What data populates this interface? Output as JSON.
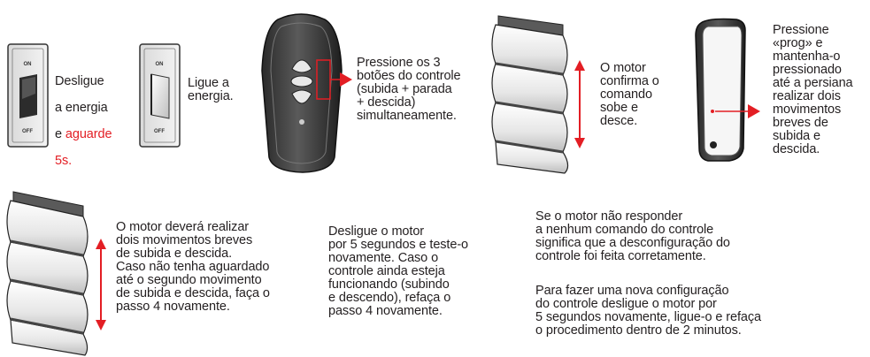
{
  "colors": {
    "accent_red": "#e31e24",
    "text": "#231f20",
    "device": "#3a3a3a"
  },
  "steps": {
    "s1": {
      "line1": "Desligue",
      "line2": "a energia",
      "line3_prefix": "e ",
      "line3_highlight": "aguarde",
      "line4_highlight": "5s."
    },
    "s2": {
      "text": "Ligue a\nenergia."
    },
    "s3": {
      "text": "Pressione os 3\nbotões do controle\n(subida + parada\n+ descida)\nsimultaneamente."
    },
    "s4": {
      "text": "O motor\nconfirma o\ncomando\nsobe e\ndesce."
    },
    "s5": {
      "text": "Pressione\n«prog» e\nmantenha-o\npressionado\naté a persiana\nrealizar dois\nmovimentos\nbreves de\nsubida e\ndescida."
    }
  },
  "notes": {
    "n1": "O motor deverá realizar\ndois movimentos breves\nde subida e descida.\nCaso não tenha aguardado\naté o segundo movimento\nde subida e descida, faça o\npasso 4 novamente.",
    "n2": "Desligue o motor\npor 5 segundos e teste-o\nnovamente. Caso o\ncontrole ainda esteja\nfuncionando (subindo\ne descendo), refaça o\npasso 4 novamente.",
    "n3": "Se o motor não responder\na nenhum comando do controle\nsignifica que a  desconfiguração do\ncontrole foi feita corretamente.",
    "n4": "Para fazer uma nova configuração\ndo  controle desligue o motor por\n5 segundos  novamente, ligue-o e refaça\no procedimento dentro de 2 minutos."
  },
  "switch_labels": {
    "on": "ON",
    "off": "OFF"
  }
}
